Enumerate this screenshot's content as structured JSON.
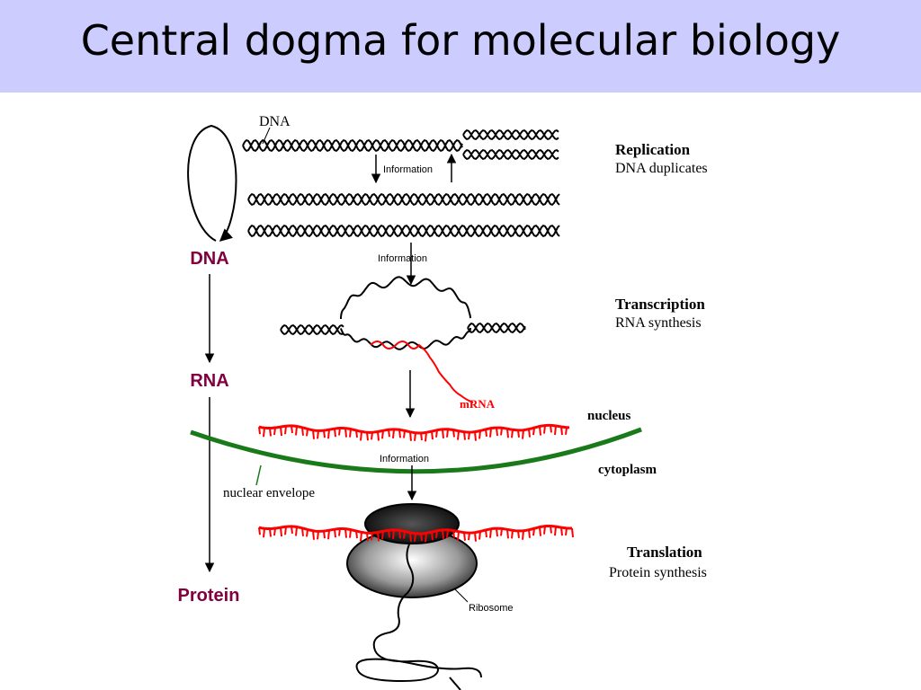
{
  "title": "Central dogma for molecular biology",
  "colors": {
    "title_band": "#ccccff",
    "accent_label": "#800040",
    "mrna": "#ff0000",
    "envelope": "#1a7a1a",
    "ink": "#000000"
  },
  "side_flow": {
    "dna": "DNA",
    "rna": "RNA",
    "protein": "Protein"
  },
  "labels": {
    "dna_top": "DNA",
    "information_1": "Information",
    "information_2": "Information",
    "information_3": "Information",
    "mrna": "mRNA",
    "nucleus": "nucleus",
    "cytoplasm": "cytoplasm",
    "nuclear_envelope": "nuclear envelope",
    "ribosome": "Ribosome"
  },
  "stages": {
    "replication_title": "Replication",
    "replication_sub": "DNA duplicates",
    "transcription_title": "Transcription",
    "transcription_sub": "RNA synthesis",
    "translation_title": "Translation",
    "translation_sub": "Protein synthesis"
  }
}
